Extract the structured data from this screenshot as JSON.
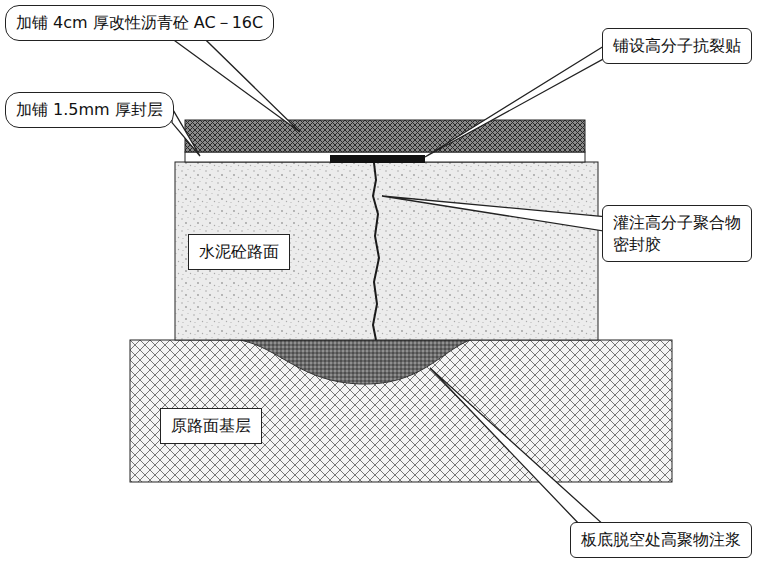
{
  "diagram": {
    "nodes": [
      {
        "text": [
          "加铺 4cm 厚改性沥青砼 AC－16C"
        ]
      },
      {
        "text": [
          "铺设高分子抗裂贴"
        ]
      },
      {
        "text": [
          "加铺 1.5mm 厚封层"
        ]
      },
      {
        "text": [
          "灌注高分子聚合物密封胶"
        ]
      },
      {
        "text": [
          "水泥砼路面"
        ]
      },
      {
        "text": [
          "原路面基层"
        ]
      },
      {
        "text": [
          "板底脱空处高聚物注浆"
        ]
      }
    ]
  }
}
